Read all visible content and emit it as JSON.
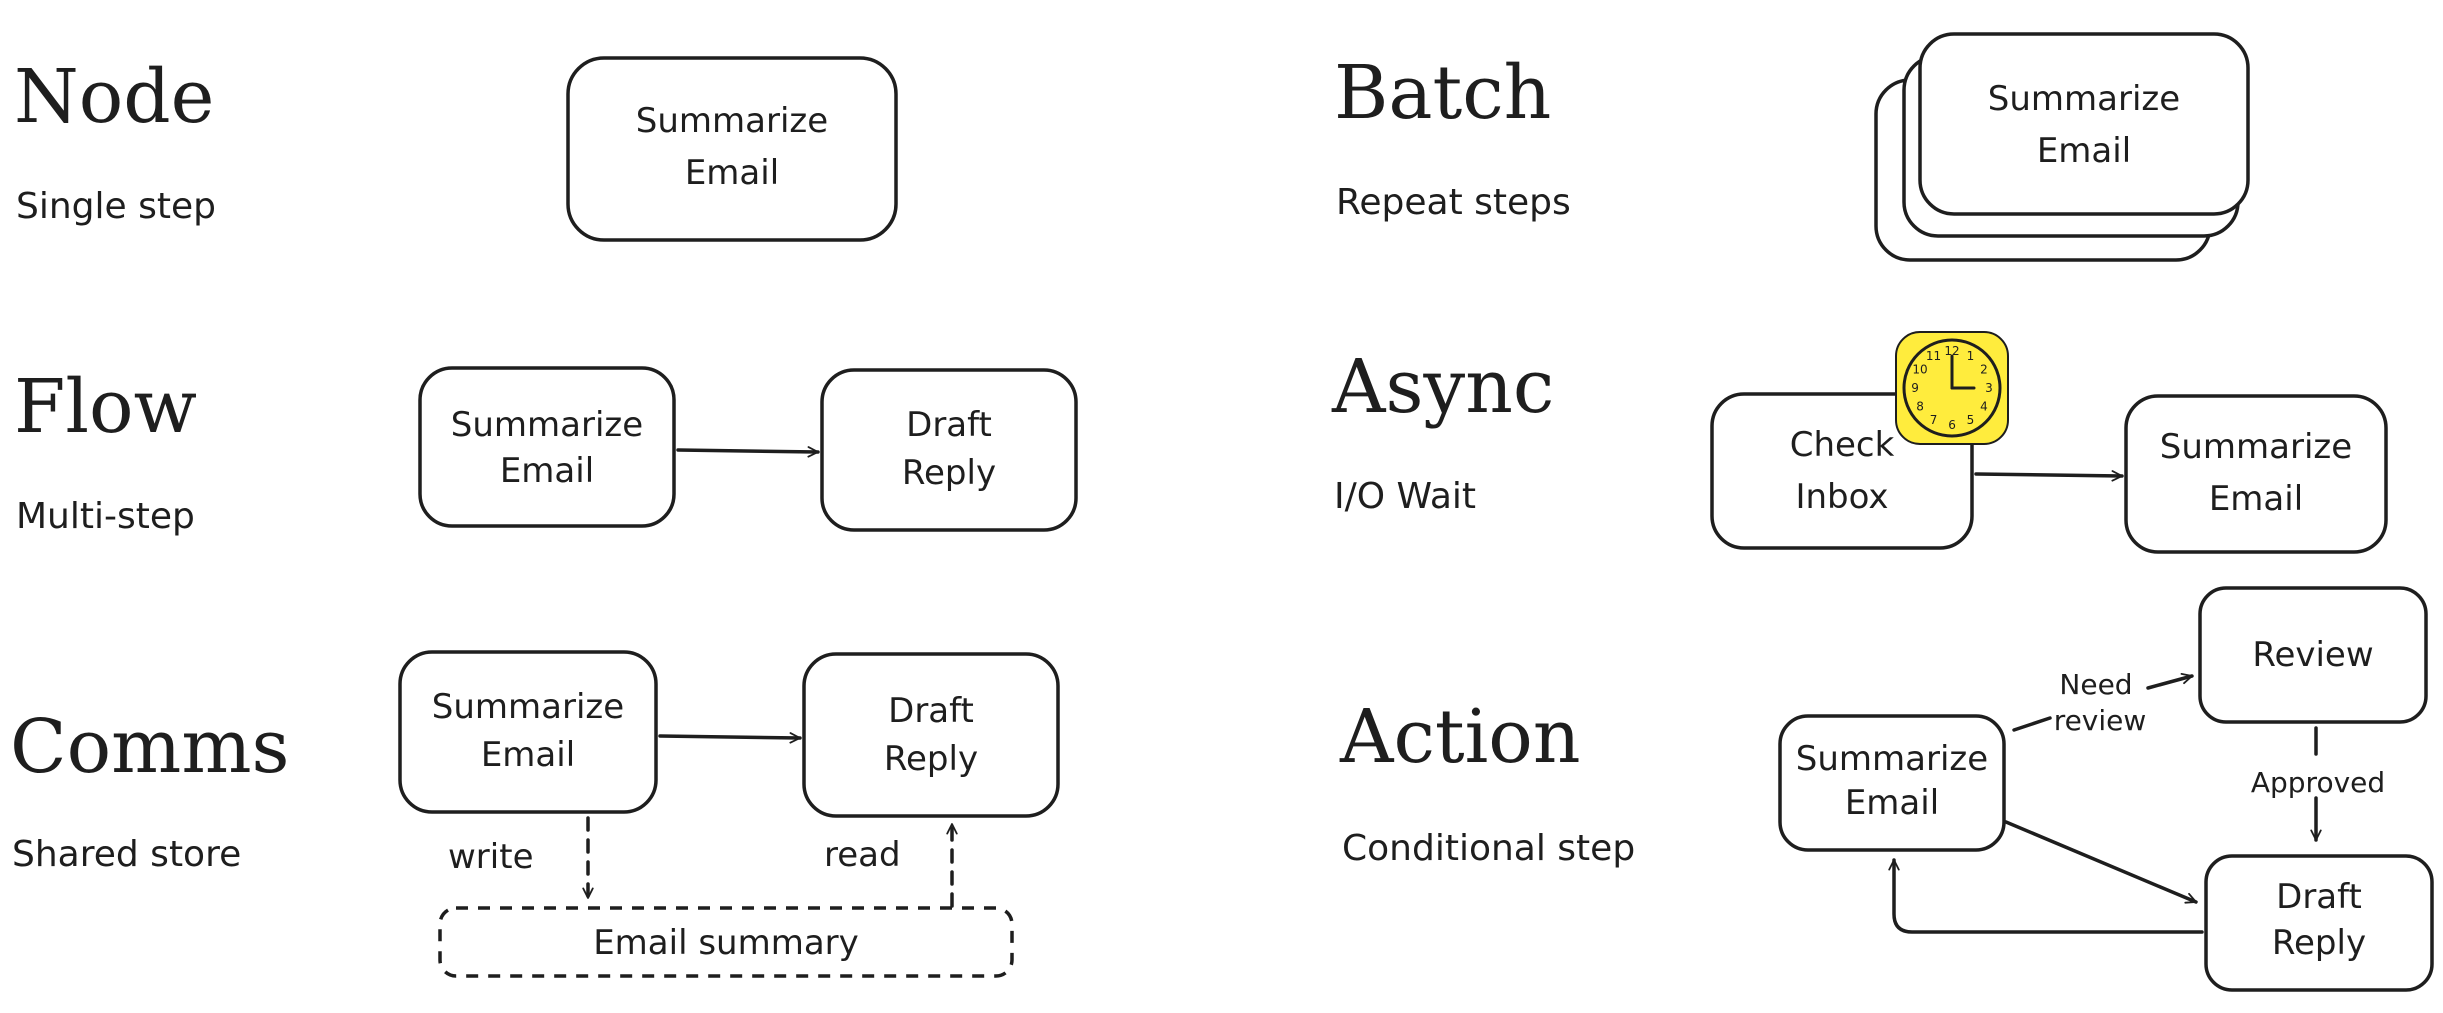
{
  "sections": {
    "node": {
      "title": "Node",
      "subtitle": "Single step"
    },
    "flow": {
      "title": "Flow",
      "subtitle": "Multi-step"
    },
    "comms": {
      "title": "Comms",
      "subtitle": "Shared store"
    },
    "batch": {
      "title": "Batch",
      "subtitle": "Repeat steps"
    },
    "async": {
      "title": "Async",
      "subtitle": "I/O Wait"
    },
    "action": {
      "title": "Action",
      "subtitle": "Conditional step"
    }
  },
  "labels": {
    "summarize": [
      "Summarize",
      "Email"
    ],
    "draft": [
      "Draft",
      "Reply"
    ],
    "check": [
      "Check",
      "Inbox"
    ],
    "review": "Review",
    "write": "write",
    "read": "read",
    "store": "Email summary",
    "need_review": [
      "Need",
      "review"
    ],
    "approved": "Approved"
  },
  "clock": {
    "numbers": [
      "12",
      "1",
      "2",
      "3",
      "4",
      "5",
      "6",
      "7",
      "8",
      "9",
      "10",
      "11"
    ],
    "color": "#ffec3d"
  }
}
